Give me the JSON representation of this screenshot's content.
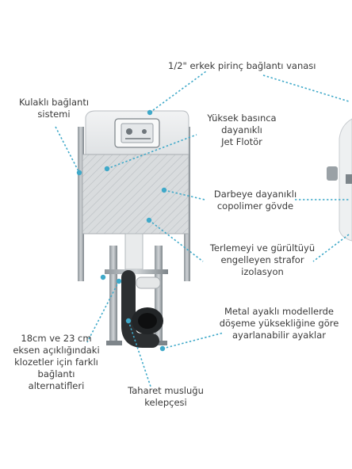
{
  "labels": {
    "valve": "1/2\" erkek pirinç bağlantı vanası",
    "ear": "Kulaklı bağlantı\nsistemi",
    "float": "Yüksek basınca\ndayanıklı\nJet Flotör",
    "body": "Darbeye dayanıklı\ncopolimer gövde",
    "insulation": "Terlemeyi ve gürültüyü\nengelleyen strafor\nizolasyon",
    "legs": "Metal ayaklı modellerde\ndöşeme yüksekliğine göre\nayarlanabilir ayaklar",
    "axis": "18cm ve 23 cm\neksen açıklığındaki\nklozetler için farklı\nbağlantı\nalternatifleri",
    "clamp": "Taharet musluğu\nkelepçesi"
  },
  "colors": {
    "callout": "#3fa9c9",
    "text": "#3a3a3a"
  }
}
